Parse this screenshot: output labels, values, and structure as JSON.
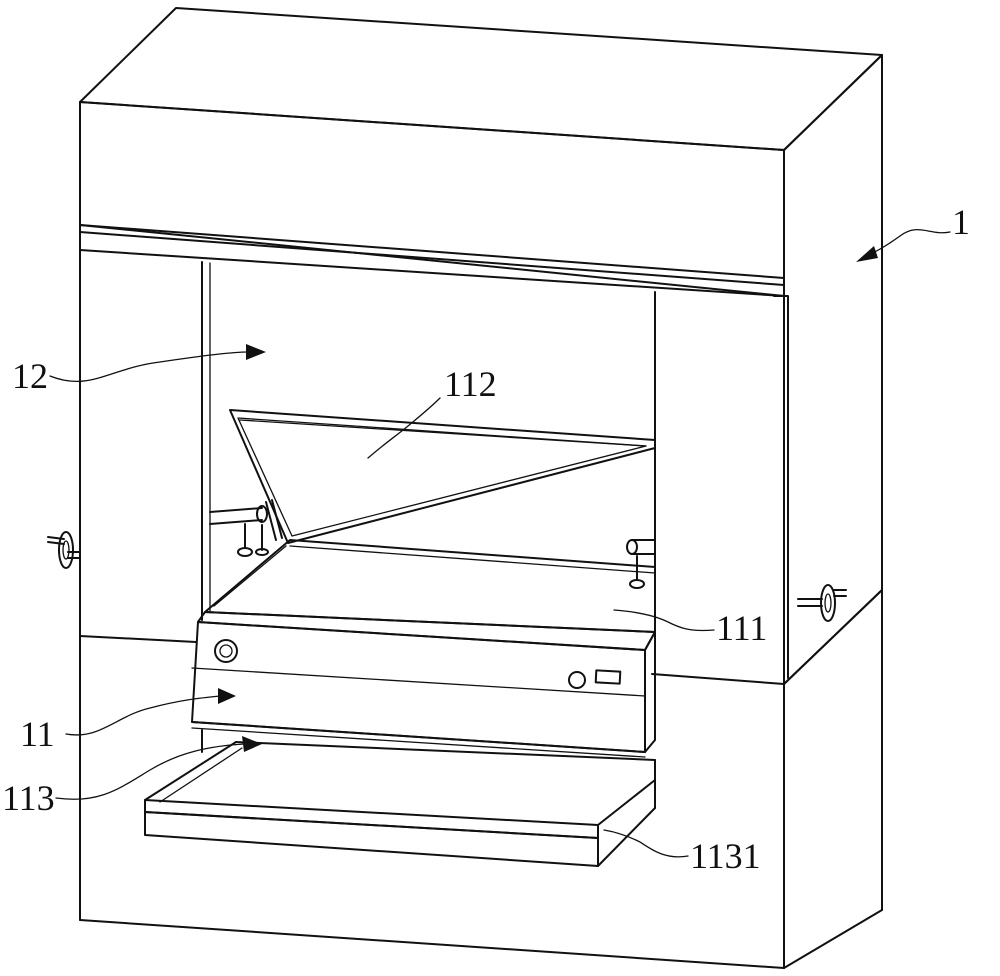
{
  "labels": {
    "l1": "1",
    "l12": "12",
    "l112": "112",
    "l111": "111",
    "l11": "11",
    "l113": "113",
    "l1131": "1131"
  },
  "colors": {
    "line": "#111111",
    "background": "#ffffff"
  }
}
